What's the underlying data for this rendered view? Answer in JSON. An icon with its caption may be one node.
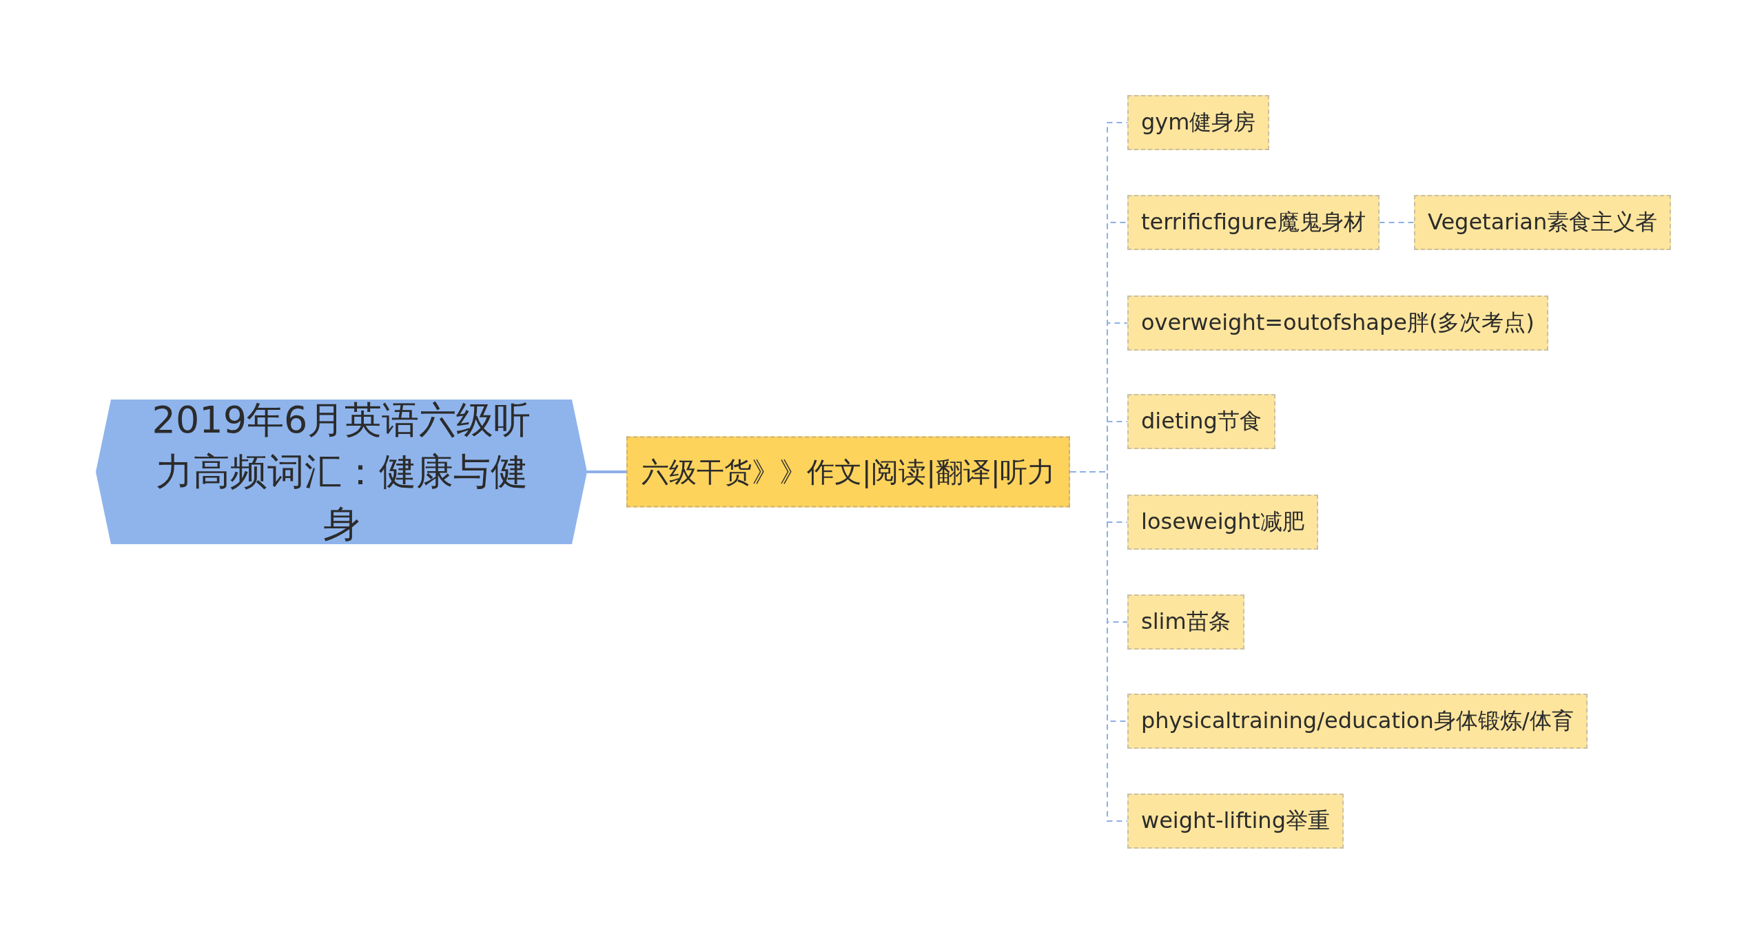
{
  "diagram": {
    "nodes": [
      {
        "text": [
          "2019年6月英语六级听力高频词汇：健康与健身"
        ]
      },
      {
        "text": [
          "六级干货》》作文|阅读|翻译|听力"
        ]
      },
      {
        "text": [
          "gym健身房"
        ]
      },
      {
        "text": [
          "terrificfigure魔鬼身材"
        ]
      },
      {
        "text": [
          "Vegetarian素食主义者"
        ]
      },
      {
        "text": [
          "overweight=outofshape胖(多次考点)"
        ]
      },
      {
        "text": [
          "dieting节食"
        ]
      },
      {
        "text": [
          "loseweight减肥"
        ]
      },
      {
        "text": [
          "slim苗条"
        ]
      },
      {
        "text": [
          "physicaltraining/education身体锻炼/体育"
        ]
      },
      {
        "text": [
          "weight-lifting举重"
        ]
      }
    ],
    "edges": [
      {
        "from": 0,
        "to": 1,
        "arrow": "none"
      },
      {
        "from": 1,
        "to": 2,
        "arrow": "none",
        "style": "dashed"
      },
      {
        "from": 1,
        "to": 3,
        "arrow": "none",
        "style": "dashed"
      },
      {
        "from": 3,
        "to": 4,
        "arrow": "none",
        "style": "dashed"
      },
      {
        "from": 1,
        "to": 5,
        "arrow": "none",
        "style": "dashed"
      },
      {
        "from": 1,
        "to": 6,
        "arrow": "none",
        "style": "dashed"
      },
      {
        "from": 1,
        "to": 7,
        "arrow": "none",
        "style": "dashed"
      },
      {
        "from": 1,
        "to": 8,
        "arrow": "none",
        "style": "dashed"
      },
      {
        "from": 1,
        "to": 9,
        "arrow": "none",
        "style": "dashed"
      },
      {
        "from": 1,
        "to": 10,
        "arrow": "none",
        "style": "dashed"
      }
    ]
  }
}
